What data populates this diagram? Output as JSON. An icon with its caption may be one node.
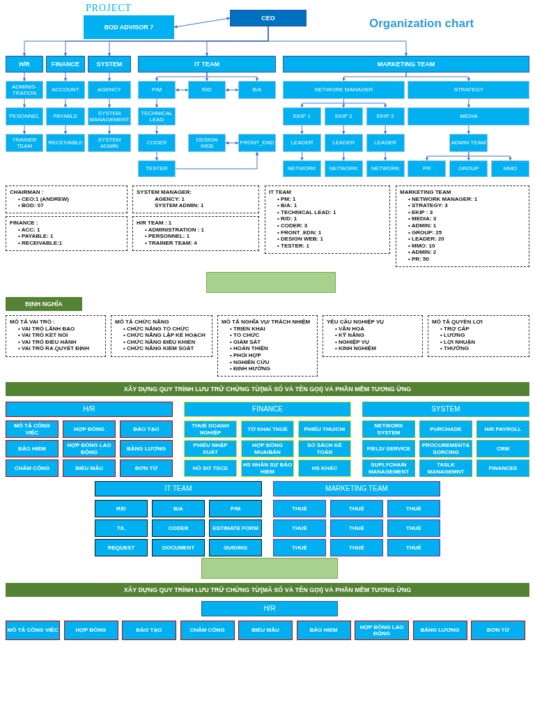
{
  "diagram": {
    "title": "Organization chart",
    "nodes": [
      {
        "text": [
          "CEO"
        ]
      },
      {
        "text": [
          "BOD ADVISOR 7"
        ],
        "beside": [
          "PROJECT"
        ]
      },
      {
        "text": [
          "H/R"
        ]
      },
      {
        "text": [
          "FINANCE"
        ]
      },
      {
        "text": [
          "SYSTEM"
        ]
      },
      {
        "text": [
          "IT TEAM"
        ]
      },
      {
        "text": [
          "MARKETING TEAM"
        ]
      },
      {
        "text": [
          "ADMINIS- TRATION"
        ]
      },
      {
        "text": [
          "PESONNEL"
        ]
      },
      {
        "text": [
          "TRAINER TEAM"
        ]
      },
      {
        "text": [
          "ACCOUNT"
        ]
      },
      {
        "text": [
          "PAYABLE"
        ]
      },
      {
        "text": [
          "RECEIVABLE"
        ]
      },
      {
        "text": [
          "AGENCY"
        ]
      },
      {
        "text": [
          "SYSTEM MANAGEMENT"
        ]
      },
      {
        "text": [
          "SYSTEM ADMIN"
        ]
      },
      {
        "text": [
          "P/M"
        ]
      },
      {
        "text": [
          "R/D"
        ]
      },
      {
        "text": [
          "B/A"
        ]
      },
      {
        "text": [
          "TECHNICAL LEAD"
        ]
      },
      {
        "text": [
          "CODER"
        ]
      },
      {
        "text": [
          "DESIGN WEB"
        ]
      },
      {
        "text": [
          "FRONT_END"
        ]
      },
      {
        "text": [
          "TESTER"
        ]
      },
      {
        "text": [
          "NETWORK MANAGER"
        ]
      },
      {
        "text": [
          "STRATEGY"
        ]
      },
      {
        "text": [
          "EKIP 1"
        ]
      },
      {
        "text": [
          "EKIP 2"
        ]
      },
      {
        "text": [
          "EKIP 3"
        ]
      },
      {
        "text": [
          "MEDIA"
        ]
      },
      {
        "text": [
          "LEADER"
        ]
      },
      {
        "text": [
          "LEADER"
        ]
      },
      {
        "text": [
          "LEADER"
        ]
      },
      {
        "text": [
          "ADMIN TEAM"
        ]
      },
      {
        "text": [
          "NETWORK"
        ]
      },
      {
        "text": [
          "NETWORK"
        ]
      },
      {
        "text": [
          "NETWORK"
        ]
      },
      {
        "text": [
          "PR"
        ]
      },
      {
        "text": [
          "GROUP"
        ]
      },
      {
        "text": [
          "MMO"
        ]
      },
      {
        "text": [
          "CHAIRMAN :",
          "• CEO:1 (ANDREW)",
          "• BOD: 07"
        ]
      },
      {
        "text": [
          "FINANCE :",
          "• ACC: 1",
          "• PAYABLE: 1",
          "• RECEIVABLE:1"
        ]
      },
      {
        "text": [
          "SYSTEM MANAGER:",
          "AGENCY: 1",
          "SYSTEM ADMIN: 1"
        ]
      },
      {
        "text": [
          "H/R TEAM : 1",
          "• ADMINISTRATION : 1",
          "• PERSONNEL: 1",
          "• TRAINER TEAM: 4"
        ]
      },
      {
        "text": [
          "IT TEAM",
          "• PM: 1",
          "• B/A: 1",
          "• TECHNICAL LEAD: 1",
          "• R/D: 1",
          "• CODER: 3",
          "• FRONT_EDN: 1",
          "• DESIGN WEB: 1",
          "• TESTER: 1"
        ]
      },
      {
        "text": [
          "MARKETING TEAM",
          "• NETWORK MANAGER: 1",
          "• STRATEGY: 3",
          "• EKIP : 3",
          "• MEDIA: 3",
          "• ADMIN: 1",
          "• GROUP: 25",
          "• LEADER: 20",
          "• MMO: 10",
          "• ADMIN: 2",
          "• PR: 50"
        ]
      },
      {
        "text": [],
        "shape": "box"
      },
      {
        "text": [
          "ĐỊNH NGHĨA"
        ]
      },
      {
        "text": [
          "MÔ TẢ VAI TRÒ :",
          "• VAI TRÒ LÃNH ĐẠO",
          "• VAI TRÒ KẾT NỐI",
          "• VAI TRÒ ĐIỀU HÀNH",
          "• VAI TRÒ RA QUYẾT ĐỊNH"
        ]
      },
      {
        "text": [
          "MÔ TẢ CHỨC NĂNG",
          "• CHỨC NĂNG TỔ CHỨC",
          "• CHỨC NĂNG LẬP KẾ HOẠCH",
          "• CHỨC NĂNG ĐIỀU KHIỂN",
          "• CHỨC NĂNG KIỂM SOÁT"
        ]
      },
      {
        "text": [
          "MÔ TẢ NGHĨA VỤ/ TRÁCH NHIỆM",
          "• TRIỂN KHAI",
          "• TỔ CHỨC",
          "• GIÁM SÁT",
          "• HOÀN THIỆN",
          "• PHỐI HỢP",
          "• NGHIÊN CỨU",
          "• ĐỊNH HƯỚNG"
        ]
      },
      {
        "text": [
          "YÊU CẦU NGHIỆP VỤ",
          "• VĂN HOÁ",
          "• KỸ NĂNG",
          "• NGHIỆP VỤ",
          "• KINH NGHIỆM"
        ]
      },
      {
        "text": [
          "MÔ TẢ QUYỀN LỢI",
          "• TRỢ CẤP",
          "• LƯƠNG",
          "• LỢI NHUẬN",
          "• THƯỞNG"
        ]
      },
      {
        "text": [
          "XÂY DỰNG QUY TRÌNH LƯU TRỮ CHỨNG TỪ(MÃ SỐ VÀ TÊN GỌI) VÀ PHẦN MỀM TƯƠNG ỨNG"
        ]
      },
      {
        "text": [
          "H/R"
        ]
      },
      {
        "text": [
          "FINANCE"
        ]
      },
      {
        "text": [
          "SYSTEM"
        ]
      },
      {
        "text": [
          "IT TEAM"
        ]
      },
      {
        "text": [
          "MARKETING TEAM"
        ]
      },
      {
        "text": [
          "MÔ TẢ CÔNG VIỆC"
        ]
      },
      {
        "text": [
          "HỢP ĐỒNG"
        ]
      },
      {
        "text": [
          "ĐÀO TẠO"
        ]
      },
      {
        "text": [
          "THUẾ DOANH NGHIỆP"
        ]
      },
      {
        "text": [
          "TỜ KHAI THUẾ"
        ]
      },
      {
        "text": [
          "PHIẾU THU/CHI"
        ]
      },
      {
        "text": [
          "NETWORK SYSTEM"
        ]
      },
      {
        "text": [
          "PURCHADE"
        ]
      },
      {
        "text": [
          "H/R PAYROLL"
        ]
      },
      {
        "text": [
          "R/D"
        ]
      },
      {
        "text": [
          "B/A"
        ]
      },
      {
        "text": [
          "P/M"
        ]
      },
      {
        "text": [
          "THUẾ"
        ]
      },
      {
        "text": [
          "THUẾ"
        ]
      },
      {
        "text": [
          "THUẾ"
        ]
      },
      {
        "text": [
          "BẢO HIỂM"
        ]
      },
      {
        "text": [
          "HỢP ĐỒNG LAO ĐỘNG"
        ]
      },
      {
        "text": [
          "BẢNG LƯƠNG"
        ]
      },
      {
        "text": [
          "PHIẾU NHẬP XUẤT"
        ]
      },
      {
        "text": [
          "HỢP ĐỒNG MUA/BÁN"
        ]
      },
      {
        "text": [
          "SỔ SÁCH KẾ TOÁN"
        ]
      },
      {
        "text": [
          "FIELD/ SERVICE"
        ]
      },
      {
        "text": [
          "PROCUREMENT& SORCING"
        ]
      },
      {
        "text": [
          "CRM"
        ]
      },
      {
        "text": [
          "T/L"
        ]
      },
      {
        "text": [
          "CODER"
        ]
      },
      {
        "text": [
          "ESTIMATE FORM"
        ]
      },
      {
        "text": [
          "THUẾ"
        ]
      },
      {
        "text": [
          "THUẾ"
        ]
      },
      {
        "text": [
          "THUẾ"
        ]
      },
      {
        "text": [
          "CHẤM CÔNG"
        ]
      },
      {
        "text": [
          "BIỂU MẪU"
        ]
      },
      {
        "text": [
          "ĐƠN TỪ"
        ]
      },
      {
        "text": [
          "HỒ SƠ TSCD"
        ]
      },
      {
        "text": [
          "HS NHÂN SỰ BẢO HIỂM"
        ]
      },
      {
        "text": [
          "HS KHÁC"
        ]
      },
      {
        "text": [
          "SUPLYCHAIN MANAGEMENT"
        ]
      },
      {
        "text": [
          "TASLK MANAGEMNT"
        ]
      },
      {
        "text": [
          "FINANCES"
        ]
      },
      {
        "text": [
          "REQUEST"
        ]
      },
      {
        "text": [
          "DOCUMENT"
        ]
      },
      {
        "text": [
          "GUIDING"
        ]
      },
      {
        "text": [
          "THUẾ"
        ]
      },
      {
        "text": [
          "THUẾ"
        ]
      },
      {
        "text": [
          "THUẾ"
        ]
      },
      {
        "text": [],
        "shape": "box"
      },
      {
        "text": [
          "XÂY DỰNG QUY TRÌNH LƯU TRỮ CHỨNG TỪ(MÃ SỐ VÀ TÊN GỌI) VÀ PHẦN MỀM TƯƠNG ỨNG"
        ]
      },
      {
        "text": [
          "H/R"
        ]
      },
      {
        "text": [
          "MÔ TẢ CÔNG VIỆC"
        ]
      },
      {
        "text": [
          "HỢP ĐỒNG"
        ]
      },
      {
        "text": [
          "ĐÀO TẠO"
        ]
      },
      {
        "text": [
          "CHẤM CÔNG"
        ]
      },
      {
        "text": [
          "BIỂU MẪU"
        ]
      },
      {
        "text": [
          "BẢO HIỂM"
        ]
      },
      {
        "text": [
          "HỢP ĐỒNG LAO ĐỘNG"
        ]
      },
      {
        "text": [
          "BẢNG LƯƠNG"
        ]
      },
      {
        "text": [
          "ĐƠN TỪ"
        ]
      }
    ],
    "edges": [
      {
        "from": 0,
        "to": 1,
        "arrow": "both"
      },
      {
        "from": 0,
        "to": 2,
        "arrow": "to"
      },
      {
        "from": 0,
        "to": 3,
        "arrow": "to"
      },
      {
        "from": 0,
        "to": 4,
        "arrow": "to"
      },
      {
        "from": 0,
        "to": 5,
        "arrow": "to"
      },
      {
        "from": 0,
        "to": 6,
        "arrow": "to"
      },
      {
        "from": 2,
        "to": 7,
        "arrow": "to"
      },
      {
        "from": 7,
        "to": 8,
        "arrow": "to"
      },
      {
        "from": 8,
        "to": 9,
        "arrow": "to"
      },
      {
        "from": 3,
        "to": 10,
        "arrow": "to"
      },
      {
        "from": 10,
        "to": 11,
        "arrow": "to"
      },
      {
        "from": 11,
        "to": 12,
        "arrow": "to"
      },
      {
        "from": 4,
        "to": 13,
        "arrow": "to"
      },
      {
        "from": 13,
        "to": 14,
        "arrow": "to"
      },
      {
        "from": 14,
        "to": 15,
        "arrow": "to"
      },
      {
        "from": 5,
        "to": 16,
        "arrow": "to"
      },
      {
        "from": 5,
        "to": 17,
        "arrow": "to"
      },
      {
        "from": 5,
        "to": 18,
        "arrow": "to"
      },
      {
        "from": 16,
        "to": 17,
        "arrow": "both"
      },
      {
        "from": 17,
        "to": 18,
        "arrow": "both"
      },
      {
        "from": 16,
        "to": 19,
        "arrow": "to"
      },
      {
        "from": 19,
        "to": 20,
        "arrow": "to"
      },
      {
        "from": 20,
        "to": 23,
        "arrow": "to"
      },
      {
        "from": 21,
        "to": 22,
        "arrow": "both"
      },
      {
        "from": 23,
        "to": 22,
        "arrow": "to"
      },
      {
        "from": 6,
        "to": 24,
        "arrow": "to"
      },
      {
        "from": 6,
        "to": 25,
        "arrow": "to"
      },
      {
        "from": 24,
        "to": 26,
        "arrow": "to"
      },
      {
        "from": 24,
        "to": 27,
        "arrow": "to"
      },
      {
        "from": 24,
        "to": 28,
        "arrow": "to"
      },
      {
        "from": 26,
        "to": 30,
        "arrow": "to"
      },
      {
        "from": 27,
        "to": 31,
        "arrow": "to"
      },
      {
        "from": 28,
        "to": 32,
        "arrow": "to"
      },
      {
        "from": 30,
        "to": 34,
        "arrow": "to"
      },
      {
        "from": 31,
        "to": 35,
        "arrow": "to"
      },
      {
        "from": 32,
        "to": 36,
        "arrow": "to"
      },
      {
        "from": 25,
        "to": 29,
        "arrow": "to"
      },
      {
        "from": 29,
        "to": 33,
        "arrow": "to"
      },
      {
        "from": 33,
        "to": 37,
        "arrow": "to"
      },
      {
        "from": 33,
        "to": 38,
        "arrow": "to"
      },
      {
        "from": 33,
        "to": 39,
        "arrow": "to"
      }
    ]
  }
}
